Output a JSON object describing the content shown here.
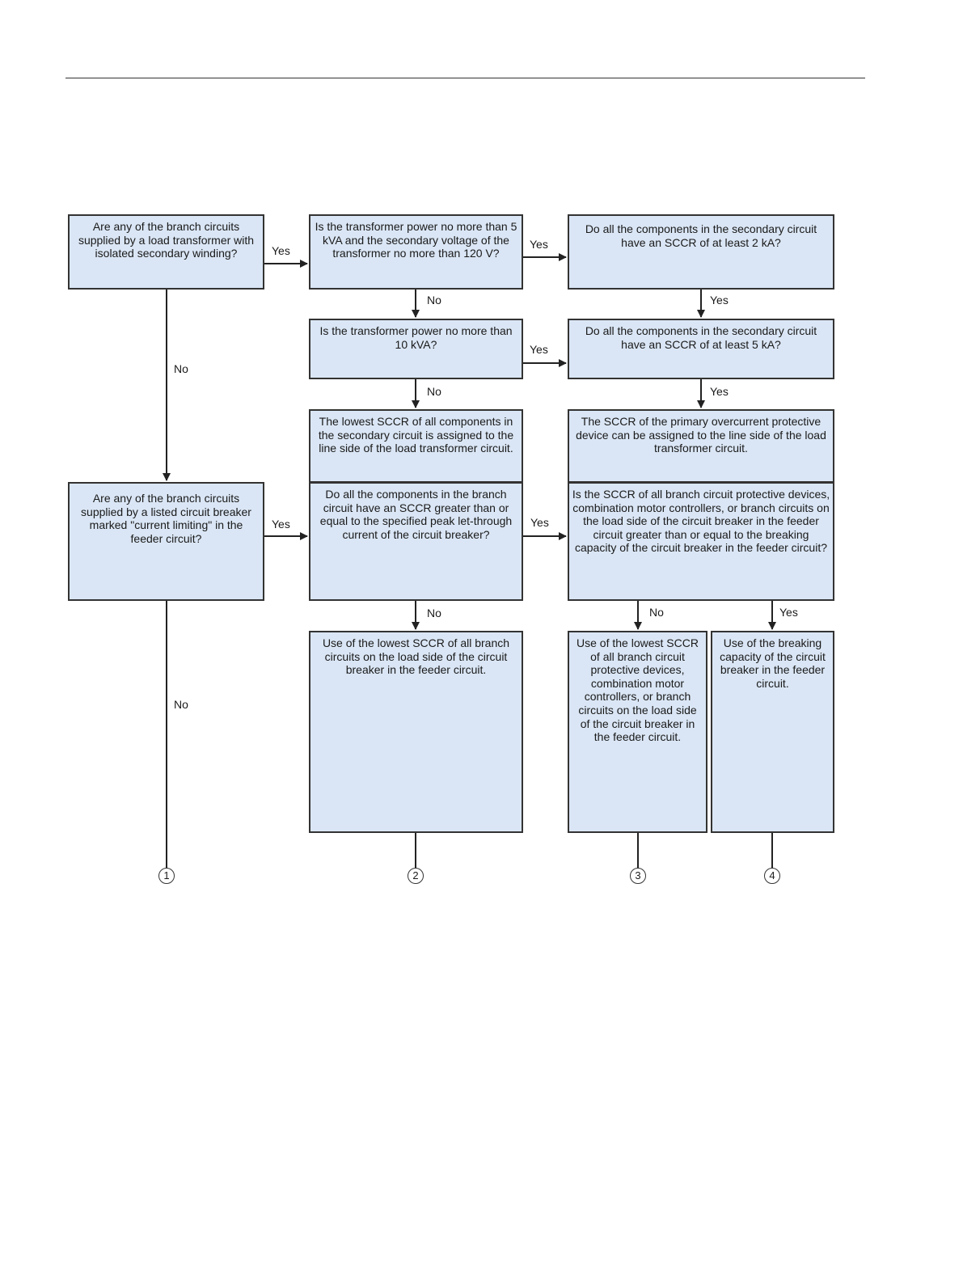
{
  "boxes": {
    "q_load_transformer": "Are any of the branch circuits supplied by a load transformer with isolated secondary winding?",
    "q_5kva": "Is the transformer power no more than 5 kVA and the secondary voltage of the transformer no more than 120 V?",
    "q_sccr_2ka": "Do all the components in the secondary circuit have an SCCR of at least 2 kA?",
    "q_10kva": "Is the transformer power no more than 10 kVA?",
    "q_sccr_5ka": "Do all the components in the secondary circuit have an SCCR of at least 5 kA?",
    "r_lowest_secondary": "The lowest SCCR of all components in the secondary circuit is assigned to the line side of the load transformer circuit.",
    "r_primary_ocpd": "The SCCR of the primary overcurrent protective device can be assigned to the line side of the load transformer circuit.",
    "q_current_limiting": "Are any of the branch circuits supplied by a listed circuit breaker marked \"current limiting\" in the feeder circuit?",
    "q_peak_letthrough": "Do all the components in the branch circuit have an SCCR greater than or equal to the specified peak let-through current of the circuit breaker?",
    "q_breaking_capacity": "Is the SCCR of all branch circuit protective devices, combination motor controllers, or branch circuits on the load side of the circuit breaker in the feeder circuit greater than or equal to the breaking capacity of the circuit breaker in the feeder circuit?",
    "r_lowest_branch": "Use of the lowest SCCR of all branch circuits on the load side of the circuit breaker in the feeder circuit.",
    "r_lowest_devices": "Use of the lowest SCCR of all branch circuit protective devices, combination motor controllers, or branch circuits on the load side of the circuit breaker in the feeder circuit.",
    "r_breaking_capacity": "Use of the breaking capacity of the circuit breaker in the feeder circuit."
  },
  "labels": {
    "yes": "Yes",
    "no": "No"
  },
  "terminals": [
    "1",
    "2",
    "3",
    "4"
  ],
  "colors": {
    "box_fill": "#dae6f5",
    "border": "#333333"
  }
}
